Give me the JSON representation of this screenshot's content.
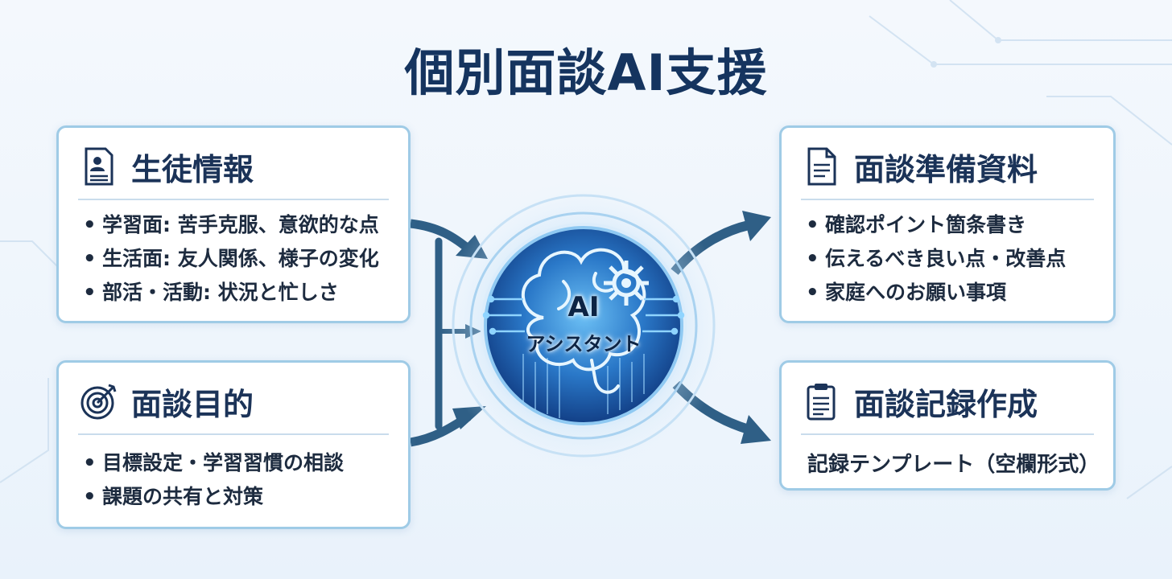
{
  "title": "個別面談AI支援",
  "center": {
    "line1": "AI",
    "line2": "アシスタント",
    "icon": "brain-gear-icon"
  },
  "cards": {
    "student_info": {
      "title": "生徒情報",
      "icon": "student-profile-document-icon",
      "items": [
        "学習面: 苦手克服、意欲的な点",
        "生活面: 友人関係、様子の変化",
        "部活・活動: 状況と忙しさ"
      ]
    },
    "purpose": {
      "title": "面談目的",
      "icon": "target-icon",
      "items": [
        "目標設定・学習習慣の相談",
        "課題の共有と対策"
      ]
    },
    "prep": {
      "title": "面談準備資料",
      "icon": "document-icon",
      "items": [
        "確認ポイント箇条書き",
        "伝えるべき良い点・改善点",
        "家庭へのお願い事項"
      ]
    },
    "record": {
      "title": "面談記録作成",
      "icon": "clipboard-icon",
      "text": "記録テンプレート（空欄形式）"
    }
  },
  "colors": {
    "arrow": "#2f5f86",
    "border": "#9fcbe6",
    "title": "#15345f",
    "glow": "#2f86d6"
  }
}
